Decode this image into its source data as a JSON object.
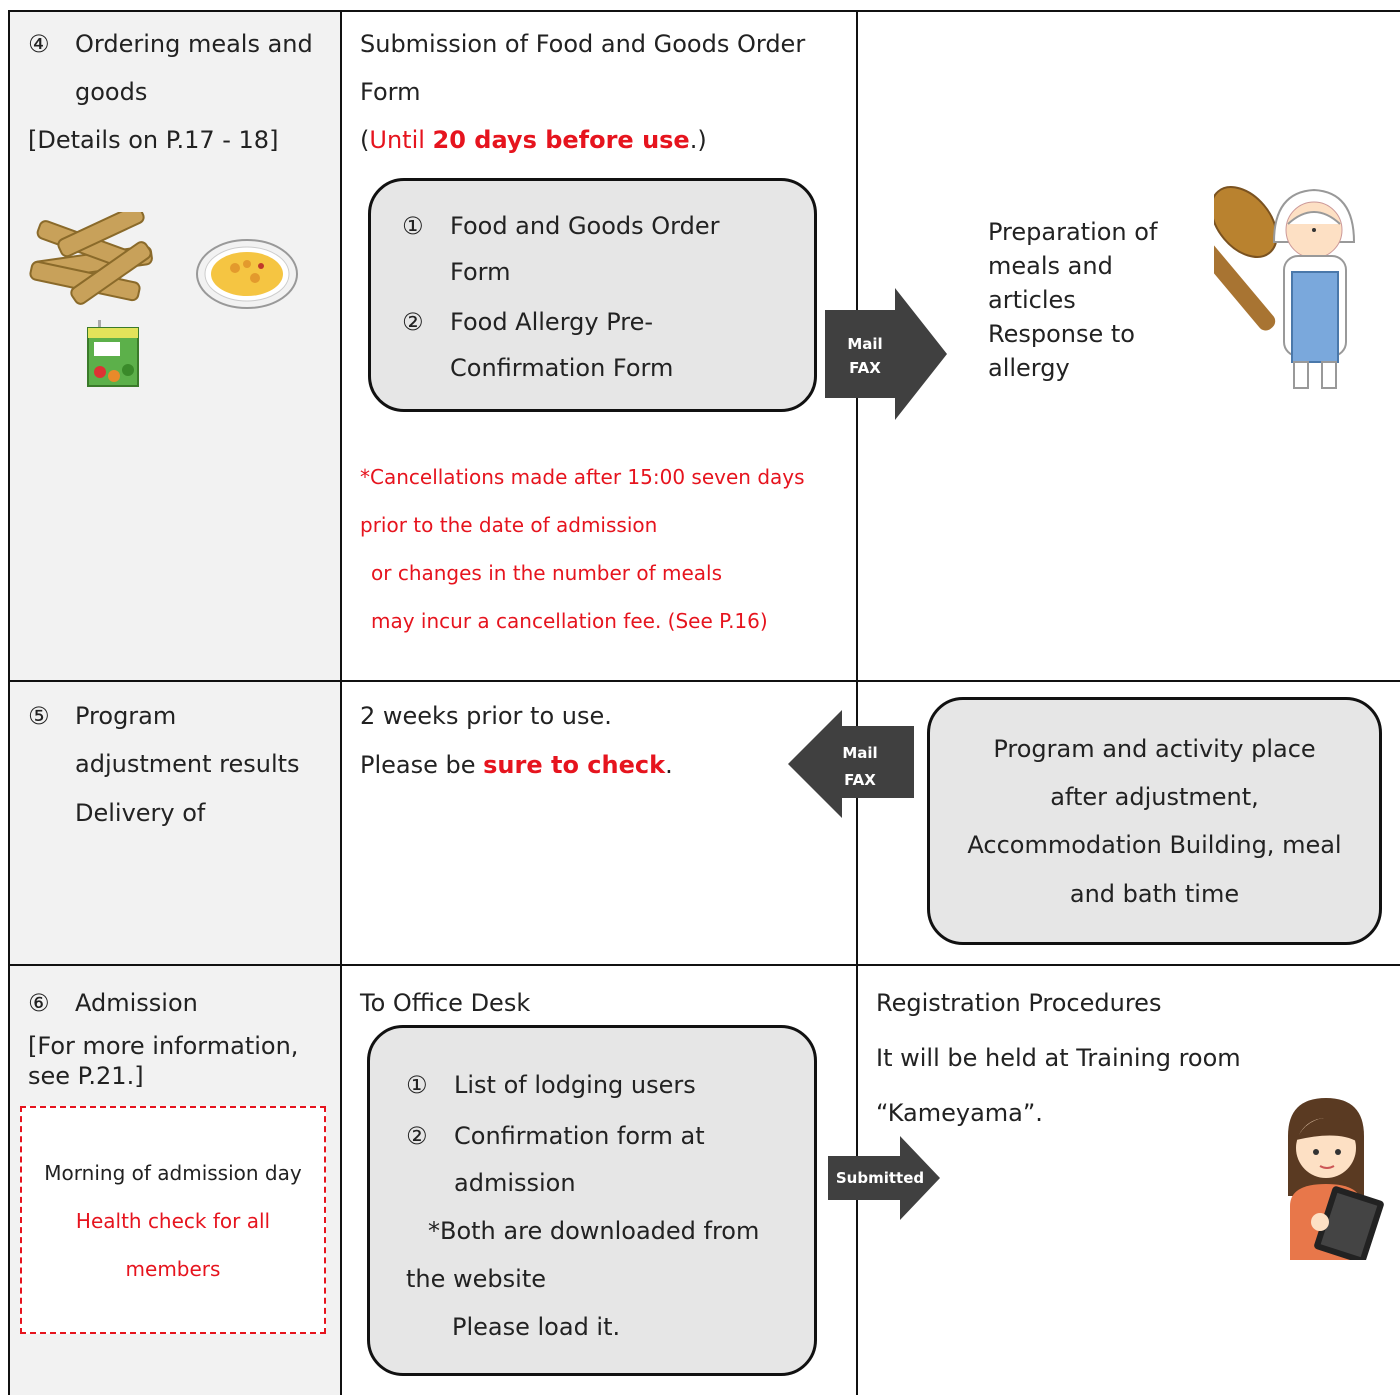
{
  "row4": {
    "num": "④",
    "title_line1": "Ordering meals and",
    "title_line2": "goods",
    "details": "[Details on P.17 - 18]",
    "middle_line1": "Submission of Food and Goods Order",
    "middle_line2": "Form",
    "until_open": "(",
    "until_text": "Until ",
    "until_bold": "20 days before use",
    "until_close": ".)",
    "box_num1": "①",
    "box_item1_line1": "Food and Goods Order",
    "box_item1_line2": "Form",
    "box_num2": "②",
    "box_item2_line1": "Food Allergy Pre-",
    "box_item2_line2": "Confirmation Form",
    "arrow_label1": "Mail",
    "arrow_label2": "FAX",
    "note_line1": "*Cancellations made after 15:00 seven days",
    "note_line2": "prior to the date of admission",
    "note_line3": "or changes in the number of meals",
    "note_line4": "may incur a cancellation fee. (See P.16)",
    "right_line1": "Preparation of",
    "right_line2": "meals and",
    "right_line3": "articles",
    "right_line4": "Response to",
    "right_line5": "allergy"
  },
  "row5": {
    "num": "⑤",
    "title_line1": "Program",
    "title_line2": "adjustment results",
    "title_line3": "Delivery of",
    "middle_line1": "2 weeks prior to use.",
    "middle_pre": "Please be ",
    "middle_bold": "sure to check",
    "middle_post": ".",
    "arrow_label1": "Mail",
    "arrow_label2": "FAX",
    "box_line1": "Program and activity place",
    "box_line2": "after adjustment,",
    "box_line3": "Accommodation Building, meal",
    "box_line4": "and bath time"
  },
  "row6": {
    "num": "⑥",
    "title": "Admission",
    "info_line1": "[For more information,",
    "info_line2": "see P.21.]",
    "dashed_line1": "Morning of admission day",
    "dashed_line2": "Health check for all",
    "dashed_line3": "members",
    "middle_title": "To Office Desk",
    "box_num1": "①",
    "box_item1": "List of lodging users",
    "box_num2": "②",
    "box_item2_line1": "Confirmation form at",
    "box_item2_line2": "admission",
    "box_note_line1": "*Both are downloaded from",
    "box_note_line2": "the website",
    "box_note_line3": "Please load it.",
    "arrow_label": "Submitted",
    "right_line1": "Registration Procedures",
    "right_line2": "It will be held at Training room",
    "right_line3": "“Kameyama”."
  },
  "colors": {
    "red": "#e6141e",
    "arrow": "#404040",
    "box_fill": "#e6e6e6",
    "left_column_fill": "#f2f2f2"
  }
}
